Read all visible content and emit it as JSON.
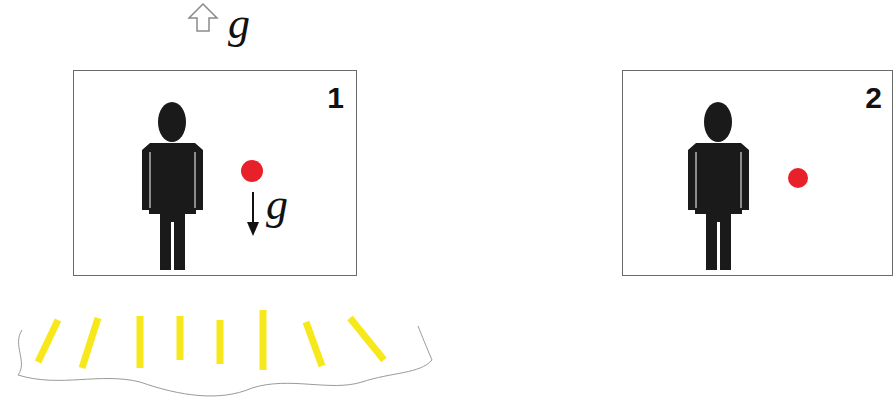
{
  "diagram": {
    "nodes": [
      {
        "text": [
          "1",
          "g"
        ]
      },
      {
        "text": [
          "2"
        ]
      }
    ],
    "labels": [
      "g"
    ]
  }
}
